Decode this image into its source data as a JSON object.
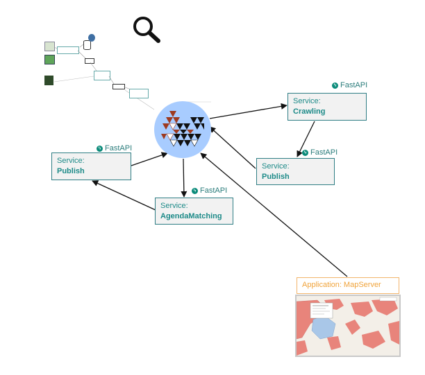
{
  "services": {
    "crawling": {
      "prefix": "Service:",
      "name": "Crawling",
      "framework": "FastAPI"
    },
    "publish_right": {
      "prefix": "Service:",
      "name": "Publish",
      "framework": "FastAPI"
    },
    "publish_left": {
      "prefix": "Service:",
      "name": "Publish",
      "framework": "FastAPI"
    },
    "agenda": {
      "prefix": "Service:",
      "name": "AgendaMatching",
      "framework": "FastAPI"
    }
  },
  "application": {
    "label": "Application: MapServer"
  },
  "icons": {
    "magnifier": "search-icon",
    "hub": "message-broker-logo",
    "fastapi": "fastapi-logo-icon",
    "database": "database-icon",
    "postgres": "postgres-elephant-icon"
  },
  "colors": {
    "service_border": "#2e7d84",
    "service_text": "#1c8a88",
    "service_fill": "#f2f2f2",
    "app_border": "#f2b46b",
    "app_text": "#f0a33a",
    "hub_fill": "#a8ccff",
    "hub_triangle_dark": "#111111",
    "hub_triangle_red": "#9e3a1f",
    "map_red": "#e8847b",
    "map_blue": "#a9c7e8"
  }
}
